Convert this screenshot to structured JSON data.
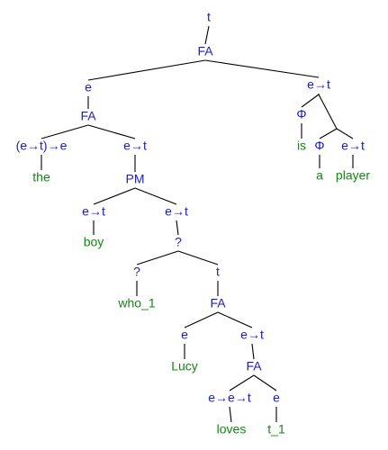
{
  "colors": {
    "type_label": "#1a1adb",
    "word": "#118a11",
    "edge": "#000000",
    "background": "#ffffff"
  },
  "tree": {
    "label": "t",
    "kind": "type",
    "children": [
      {
        "label": "FA",
        "kind": "type",
        "children": [
          {
            "label": "e",
            "kind": "type",
            "children": [
              {
                "label": "FA",
                "kind": "type",
                "children": [
                  {
                    "label": "(e→t)→e",
                    "kind": "type",
                    "children": [
                      {
                        "label": "the",
                        "kind": "word"
                      }
                    ]
                  },
                  {
                    "label": "e→t",
                    "kind": "type",
                    "children": [
                      {
                        "label": "PM",
                        "kind": "type",
                        "children": [
                          {
                            "label": "e→t",
                            "kind": "type",
                            "children": [
                              {
                                "label": "boy",
                                "kind": "word"
                              }
                            ]
                          },
                          {
                            "label": "e→t",
                            "kind": "type",
                            "children": [
                              {
                                "label": "?",
                                "kind": "type",
                                "children": [
                                  {
                                    "label": "?",
                                    "kind": "type",
                                    "children": [
                                      {
                                        "label": "who_1",
                                        "kind": "word"
                                      }
                                    ]
                                  },
                                  {
                                    "label": "t",
                                    "kind": "type",
                                    "children": [
                                      {
                                        "label": "FA",
                                        "kind": "type",
                                        "children": [
                                          {
                                            "label": "e",
                                            "kind": "type",
                                            "children": [
                                              {
                                                "label": "Lucy",
                                                "kind": "word"
                                              }
                                            ]
                                          },
                                          {
                                            "label": "e→t",
                                            "kind": "type",
                                            "children": [
                                              {
                                                "label": "FA",
                                                "kind": "type",
                                                "children": [
                                                  {
                                                    "label": "e→e→t",
                                                    "kind": "type",
                                                    "children": [
                                                      {
                                                        "label": "loves",
                                                        "kind": "word"
                                                      }
                                                    ]
                                                  },
                                                  {
                                                    "label": "e",
                                                    "kind": "type",
                                                    "children": [
                                                      {
                                                        "label": "t_1",
                                                        "kind": "word"
                                                      }
                                                    ]
                                                  }
                                                ]
                                              }
                                            ]
                                          }
                                        ]
                                      }
                                    ]
                                  }
                                ]
                              }
                            ]
                          }
                        ]
                      }
                    ]
                  }
                ]
              }
            ]
          },
          {
            "label": "e→t",
            "kind": "type",
            "children": [
              {
                "label": "",
                "kind": "blank",
                "children": [
                  {
                    "label": "Φ",
                    "kind": "type",
                    "children": [
                      {
                        "label": "is",
                        "kind": "word"
                      }
                    ]
                  },
                  {
                    "label": "",
                    "kind": "blank",
                    "children": [
                      {
                        "label": "Φ",
                        "kind": "type",
                        "children": [
                          {
                            "label": "a",
                            "kind": "word"
                          }
                        ]
                      },
                      {
                        "label": "e→t",
                        "kind": "type",
                        "children": [
                          {
                            "label": "player",
                            "kind": "word"
                          }
                        ]
                      }
                    ]
                  }
                ]
              }
            ]
          }
        ]
      }
    ]
  }
}
